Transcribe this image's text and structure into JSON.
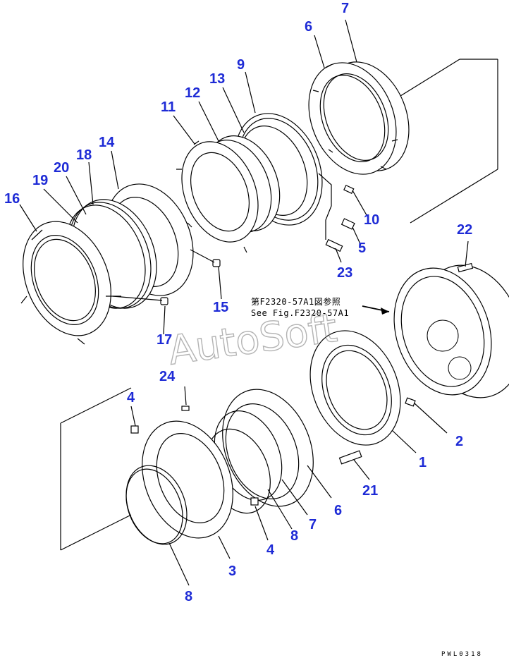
{
  "parts": [
    {
      "id": "p7a",
      "label": "7"
    },
    {
      "id": "p6a",
      "label": "6"
    },
    {
      "id": "p9",
      "label": "9"
    },
    {
      "id": "p13",
      "label": "13"
    },
    {
      "id": "p12",
      "label": "12"
    },
    {
      "id": "p11",
      "label": "11"
    },
    {
      "id": "p14",
      "label": "14"
    },
    {
      "id": "p18",
      "label": "18"
    },
    {
      "id": "p20",
      "label": "20"
    },
    {
      "id": "p19",
      "label": "19"
    },
    {
      "id": "p16",
      "label": "16"
    },
    {
      "id": "p10",
      "label": "10"
    },
    {
      "id": "p5",
      "label": "5"
    },
    {
      "id": "p23",
      "label": "23"
    },
    {
      "id": "p22",
      "label": "22"
    },
    {
      "id": "p15",
      "label": "15"
    },
    {
      "id": "p17",
      "label": "17"
    },
    {
      "id": "p24",
      "label": "24"
    },
    {
      "id": "p4a",
      "label": "4"
    },
    {
      "id": "p2",
      "label": "2"
    },
    {
      "id": "p1",
      "label": "1"
    },
    {
      "id": "p21",
      "label": "21"
    },
    {
      "id": "p6b",
      "label": "6"
    },
    {
      "id": "p7b",
      "label": "7"
    },
    {
      "id": "p8a",
      "label": "8"
    },
    {
      "id": "p4b",
      "label": "4"
    },
    {
      "id": "p3",
      "label": "3"
    },
    {
      "id": "p8b",
      "label": "8"
    }
  ],
  "reference": {
    "line1": "第F2320-57A1図参照",
    "line2": "See Fig.F2320-57A1"
  },
  "watermark": "AutoSoft",
  "drawing_code": "PWL0318",
  "colors": {
    "label": "#1e2bd6",
    "line": "#000000",
    "watermark": "#9a9a9a"
  }
}
